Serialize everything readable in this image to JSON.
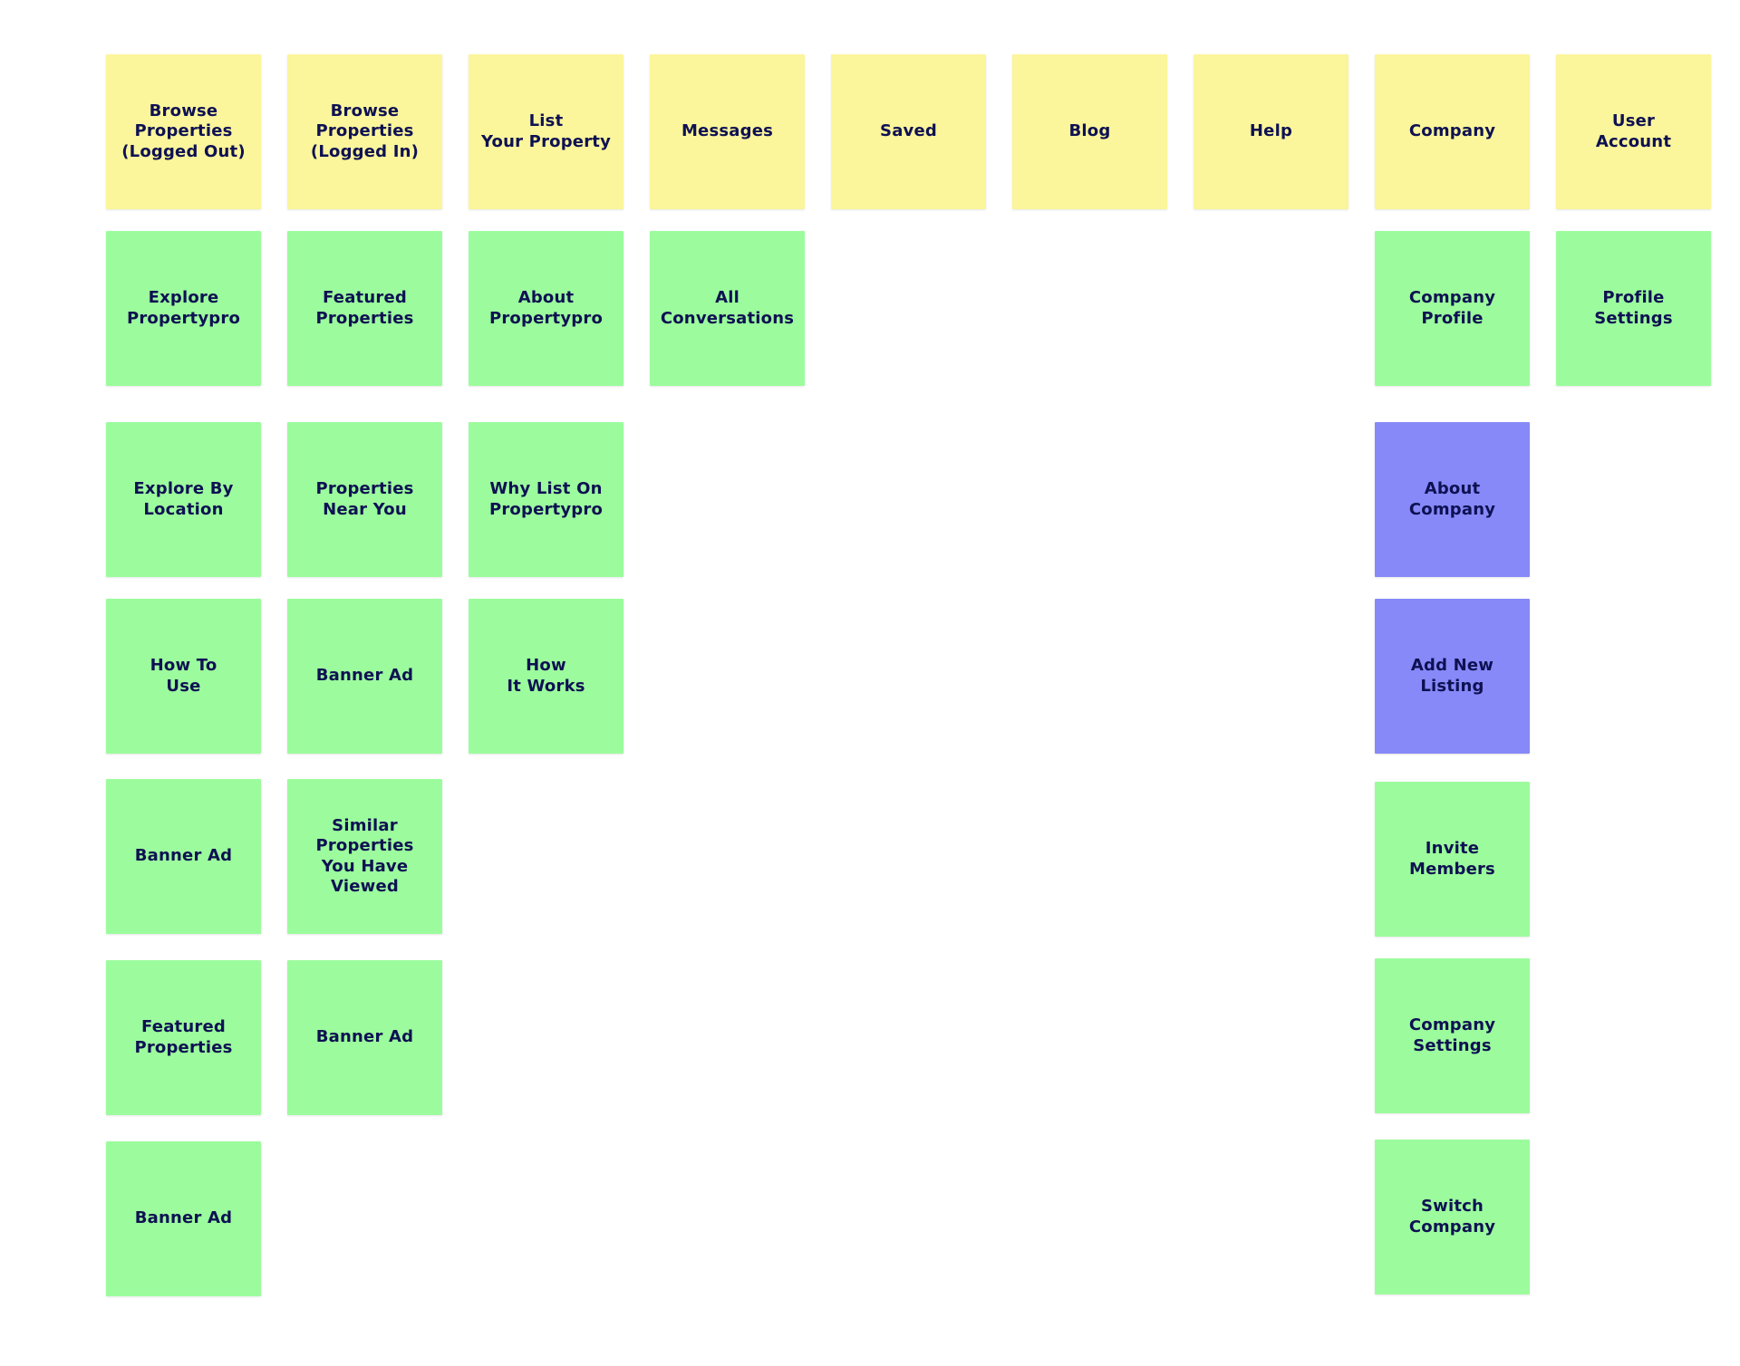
{
  "colors": {
    "page": "#ffffff",
    "nav": "#fbf59b",
    "section": "#9cfc9d",
    "feature": "#8789f8",
    "text": "#0e1152"
  },
  "columns": [
    {
      "cards": [
        {
          "label": "Browse\nProperties\n(Logged Out)",
          "kind": "nav"
        },
        {
          "label": "Explore\nPropertypro",
          "kind": "section"
        },
        {
          "label": "Explore By\nLocation",
          "kind": "section"
        },
        {
          "label": "How To\nUse",
          "kind": "section"
        },
        {
          "label": "Banner Ad",
          "kind": "section"
        },
        {
          "label": "Featured\nProperties",
          "kind": "section"
        },
        {
          "label": "Banner Ad",
          "kind": "section"
        }
      ]
    },
    {
      "cards": [
        {
          "label": "Browse\nProperties\n(Logged In)",
          "kind": "nav"
        },
        {
          "label": "Featured\nProperties",
          "kind": "section"
        },
        {
          "label": "Properties\nNear You",
          "kind": "section"
        },
        {
          "label": "Banner Ad",
          "kind": "section"
        },
        {
          "label": "Similar\nProperties\nYou Have\nViewed",
          "kind": "section"
        },
        {
          "label": "Banner Ad",
          "kind": "section"
        }
      ]
    },
    {
      "cards": [
        {
          "label": "List\nYour Property",
          "kind": "nav"
        },
        {
          "label": "About\nPropertypro",
          "kind": "section"
        },
        {
          "label": "Why List On\nPropertypro",
          "kind": "section"
        },
        {
          "label": "How\nIt Works",
          "kind": "section"
        }
      ]
    },
    {
      "cards": [
        {
          "label": "Messages",
          "kind": "nav"
        },
        {
          "label": "All\nConversations",
          "kind": "section"
        }
      ]
    },
    {
      "cards": [
        {
          "label": "Saved",
          "kind": "nav"
        }
      ]
    },
    {
      "cards": [
        {
          "label": "Blog",
          "kind": "nav"
        }
      ]
    },
    {
      "cards": [
        {
          "label": "Help",
          "kind": "nav"
        }
      ]
    },
    {
      "cards": [
        {
          "label": "Company",
          "kind": "nav"
        },
        {
          "label": "Company\nProfile",
          "kind": "section"
        },
        {
          "label": "About\nCompany",
          "kind": "feature"
        },
        {
          "label": "Add New\nListing",
          "kind": "feature"
        },
        {
          "label": "Invite\nMembers",
          "kind": "section"
        },
        {
          "label": "Company\nSettings",
          "kind": "section"
        },
        {
          "label": "Switch\nCompany",
          "kind": "section"
        }
      ]
    },
    {
      "cards": [
        {
          "label": "User\nAccount",
          "kind": "nav"
        },
        {
          "label": "Profile\nSettings",
          "kind": "section"
        }
      ]
    }
  ]
}
